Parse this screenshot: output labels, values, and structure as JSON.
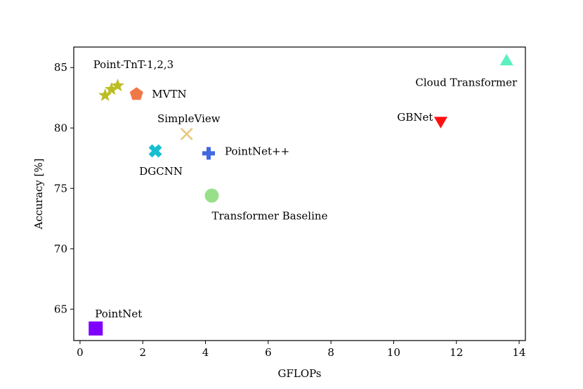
{
  "chart_data": {
    "type": "scatter",
    "title": "",
    "xlabel": "GFLOPs",
    "ylabel": "Accuracy [%]",
    "xlim": [
      -0.2,
      14.2
    ],
    "ylim": [
      62.4,
      86.7
    ],
    "xticks": [
      0,
      2,
      4,
      6,
      8,
      10,
      12,
      14
    ],
    "yticks": [
      65,
      70,
      75,
      80,
      85
    ],
    "grid": false,
    "legend": "none",
    "points": [
      {
        "label": "Point-TnT-1,2,3",
        "marker": "star",
        "color": "#bcbd22",
        "values": [
          [
            0.8,
            82.7
          ],
          [
            1.0,
            83.2
          ],
          [
            1.2,
            83.5
          ]
        ]
      },
      {
        "label": "MVTN",
        "marker": "pentagon",
        "color": "#f07848",
        "values": [
          [
            1.8,
            82.8
          ]
        ]
      },
      {
        "label": "SimpleView",
        "marker": "x",
        "color": "#e8c77a",
        "values": [
          [
            3.4,
            79.5
          ]
        ]
      },
      {
        "label": "DGCNN",
        "marker": "X",
        "color": "#17becf",
        "values": [
          [
            2.4,
            78.1
          ]
        ]
      },
      {
        "label": "PointNet++",
        "marker": "plus",
        "color": "#4169e1",
        "values": [
          [
            4.1,
            77.9
          ]
        ]
      },
      {
        "label": "Transformer Baseline",
        "marker": "circle",
        "color": "#98df8a",
        "values": [
          [
            4.2,
            74.4
          ]
        ]
      },
      {
        "label": "Cloud Transformer",
        "marker": "triangle-up",
        "color": "#5af0c0",
        "values": [
          [
            13.6,
            85.5
          ]
        ]
      },
      {
        "label": "GBNet",
        "marker": "triangle-down",
        "color": "#ff1010",
        "values": [
          [
            11.5,
            80.6
          ]
        ]
      },
      {
        "label": "PointNet",
        "marker": "square",
        "color": "#8000ff",
        "values": [
          [
            0.5,
            63.4
          ]
        ]
      }
    ]
  }
}
